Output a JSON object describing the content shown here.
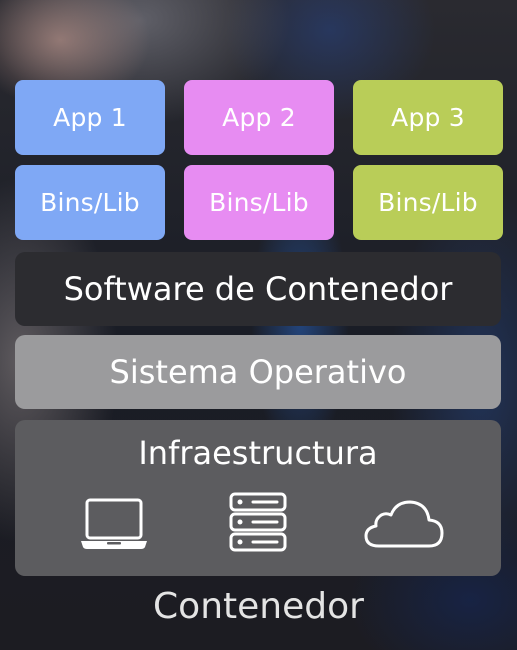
{
  "apps": [
    {
      "label": "App 1",
      "color": "#7fa8f5"
    },
    {
      "label": "App 2",
      "color": "#e78cf2"
    },
    {
      "label": "App 3",
      "color": "#b9cd58"
    }
  ],
  "bins": [
    {
      "label": "Bins/Lib",
      "color": "#7fa8f5"
    },
    {
      "label": "Bins/Lib",
      "color": "#e78cf2"
    },
    {
      "label": "Bins/Lib",
      "color": "#b9cd58"
    }
  ],
  "layers": {
    "software": "Software de Contenedor",
    "os": "Sistema Operativo",
    "infrastructure": "Infraestructura"
  },
  "infrastructure_icons": [
    "laptop-icon",
    "server-icon",
    "cloud-icon"
  ],
  "caption": "Contenedor"
}
